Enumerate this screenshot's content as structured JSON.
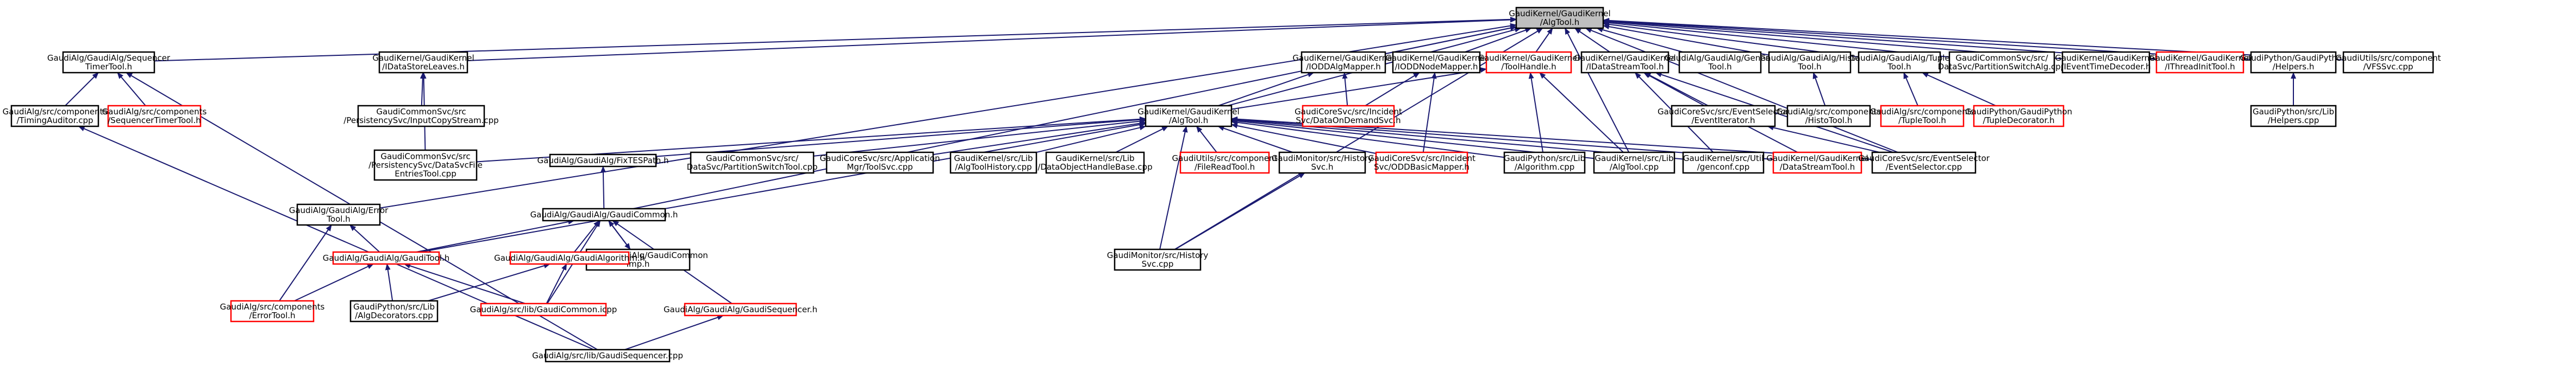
{
  "colors": {
    "focus_fill": "#bfbfbf",
    "focus_border": "#000000",
    "node_fill": "#ffffff",
    "node_border_black": "#000000",
    "node_border_red": "#ff0000",
    "edge": "#191970",
    "text": "#000000"
  },
  "nodes": [
    {
      "id": "root",
      "lines": [
        "GaudiKernel/GaudiKernel",
        "/AlgTool.h"
      ],
      "style": "focus"
    },
    {
      "id": "seqtimer",
      "lines": [
        "GaudiAlg/GaudiAlg/Sequencer",
        "TimerTool.h"
      ],
      "style": "black"
    },
    {
      "id": "datastoreleaves",
      "lines": [
        "GaudiKernel/GaudiKernel",
        "/IDataStoreLeaves.h"
      ],
      "style": "black"
    },
    {
      "id": "iodbcalgmapper",
      "lines": [
        "GaudiKernel/GaudiKernel",
        "/IODDAlgMapper.h"
      ],
      "style": "black"
    },
    {
      "id": "iodbcnodemapper",
      "lines": [
        "GaudiKernel/GaudiKernel",
        "/IODDNodeMapper.h"
      ],
      "style": "black"
    },
    {
      "id": "toolhandle",
      "lines": [
        "GaudiKernel/GaudiKernel",
        "/ToolHandle.h"
      ],
      "style": "red"
    },
    {
      "id": "idatastreamtool",
      "lines": [
        "GaudiKernel/GaudiKernel",
        "/IDataStreamTool.h"
      ],
      "style": "black"
    },
    {
      "id": "genericalg",
      "lines": [
        "GaudiAlg/GaudiAlg/Generic",
        "Tool.h"
      ],
      "style": "black"
    },
    {
      "id": "histotool",
      "lines": [
        "GaudiAlg/GaudiAlg/Histo",
        "Tool.h"
      ],
      "style": "black"
    },
    {
      "id": "tupletool",
      "lines": [
        "GaudiAlg/GaudiAlg/Tuple",
        "Tool.h"
      ],
      "style": "black"
    },
    {
      "id": "partswitch",
      "lines": [
        "GaudiCommonSvc/src/",
        "DataSvc/PartitionSwitchAlg.cpp"
      ],
      "style": "black"
    },
    {
      "id": "ieventtimedecoder",
      "lines": [
        "GaudiKernel/GaudiKernel",
        "/IEventTimeDecoder.h"
      ],
      "style": "black"
    },
    {
      "id": "ithreadinittool",
      "lines": [
        "GaudiKernel/GaudiKernel",
        "/IThreadInitTool.h"
      ],
      "style": "red"
    },
    {
      "id": "gpyhelpers",
      "lines": [
        "GaudiPython/GaudiPython",
        "/Helpers.h"
      ],
      "style": "black"
    },
    {
      "id": "vfssvc",
      "lines": [
        "GaudiUtils/src/component",
        "/VFSSvc.cpp"
      ],
      "style": "black"
    },
    {
      "id": "timingauditor",
      "lines": [
        "GaudiAlg/src/components",
        "/TimingAuditor.cpp"
      ],
      "style": "black"
    },
    {
      "id": "seqtimertool",
      "lines": [
        "GaudiAlg/src/components",
        "/SequencerTimerTool.h"
      ],
      "style": "red"
    },
    {
      "id": "copystream",
      "lines": [
        "GaudiCommonSvc/src",
        "/PersistencySvc/InputCopyStream.cpp"
      ],
      "style": "black"
    },
    {
      "id": "dataondemand",
      "lines": [
        "GaudiCoreSvc/src/Incident",
        "Svc/DataOnDemandSvc.h"
      ],
      "style": "red"
    },
    {
      "id": "algtoolh",
      "lines": [
        "GaudiKernel/GaudiKernel",
        "/AlgTool.h"
      ],
      "style": "black"
    },
    {
      "id": "eventselector_h",
      "lines": [
        "GaudiCoreSvc/src/EventSelector",
        "/EventIterator.h"
      ],
      "style": "black"
    },
    {
      "id": "histotoolh",
      "lines": [
        "GaudiAlg/src/components",
        "/HistoTool.h"
      ],
      "style": "black"
    },
    {
      "id": "tupletoolh",
      "lines": [
        "GaudiAlg/src/components",
        "/TupleTool.h"
      ],
      "style": "red"
    },
    {
      "id": "tupledecorator",
      "lines": [
        "GaudiPython/GaudiPython",
        "/TupleDecorator.h"
      ],
      "style": "red"
    },
    {
      "id": "pyhelpers",
      "lines": [
        "GaudiPython/src/Lib",
        "/Helpers.cpp"
      ],
      "style": "black"
    },
    {
      "id": "datasvcfile",
      "lines": [
        "GaudiCommonSvc/src",
        "/PersistencySvc/DataSvcFile",
        "EntriesTool.cpp"
      ],
      "style": "black"
    },
    {
      "id": "fixtespath",
      "lines": [
        "GaudiAlg/GaudiAlg/FixTESPath.h"
      ],
      "style": "black"
    },
    {
      "id": "partswitchtool",
      "lines": [
        "GaudiCommonSvc/src/",
        "DataSvc/PartitionSwitchTool.cpp"
      ],
      "style": "black"
    },
    {
      "id": "appmgrtoolsvc",
      "lines": [
        "GaudiCoreSvc/src/Application",
        "Mgr/ToolSvc.cpp"
      ],
      "style": "black"
    },
    {
      "id": "algtoolhistory",
      "lines": [
        "GaudiKernel/src/Lib",
        "/AlgToolHistory.cpp"
      ],
      "style": "black"
    },
    {
      "id": "dataobjecthandle",
      "lines": [
        "GaudiKernel/src/Lib",
        "/DataObjectHandleBase.cpp"
      ],
      "style": "black"
    },
    {
      "id": "fileheadtool",
      "lines": [
        "GaudiUtils/src/component",
        "/FileReadTool.h"
      ],
      "style": "red"
    },
    {
      "id": "historysvc_h",
      "lines": [
        "GaudiMonitor/src/History",
        "Svc.h"
      ],
      "style": "black"
    },
    {
      "id": "odbasicmapper",
      "lines": [
        "GaudiCoreSvc/src/Incident",
        "Svc/ODDBasicMapper.h"
      ],
      "style": "red"
    },
    {
      "id": "pyalgorithm",
      "lines": [
        "GaudiPython/src/Lib",
        "/Algorithm.cpp"
      ],
      "style": "black"
    },
    {
      "id": "kerneltool",
      "lines": [
        "GaudiKernel/src/Lib",
        "/AlgTool.cpp"
      ],
      "style": "black"
    },
    {
      "id": "genconf",
      "lines": [
        "GaudiKernel/src/Util",
        "/genconf.cpp"
      ],
      "style": "black"
    },
    {
      "id": "datastreamtool",
      "lines": [
        "GaudiKernel/GaudiKernel",
        "/DataStreamTool.h"
      ],
      "style": "red"
    },
    {
      "id": "eventselector_cpp",
      "lines": [
        "GaudiCoreSvc/src/EventSelector",
        "/EventSelector.cpp"
      ],
      "style": "black"
    },
    {
      "id": "errortool_h",
      "lines": [
        "GaudiAlg/GaudiAlg/Error",
        "Tool.h"
      ],
      "style": "black"
    },
    {
      "id": "gaudicommon",
      "lines": [
        "GaudiAlg/GaudiAlg/GaudiCommon.h"
      ],
      "style": "black"
    },
    {
      "id": "gaudicommonimp",
      "lines": [
        "GaudiAlg/GaudiAlg/GaudiCommon",
        "Imp.h"
      ],
      "style": "black"
    },
    {
      "id": "historysvc_cpp",
      "lines": [
        "GaudiMonitor/src/History",
        "Svc.cpp"
      ],
      "style": "black"
    },
    {
      "id": "gaudialgtool",
      "lines": [
        "GaudiAlg/GaudiAlg/GaudiTool.h"
      ],
      "style": "red"
    },
    {
      "id": "gaudialgorithm",
      "lines": [
        "GaudiAlg/GaudiAlg/GaudiAlgorithm.h"
      ],
      "style": "red"
    },
    {
      "id": "gaudisequencer_h",
      "lines": [
        "GaudiAlg/GaudiAlg/GaudiSequencer.h"
      ],
      "style": "red"
    },
    {
      "id": "errortool",
      "lines": [
        "GaudiAlg/src/components",
        "/ErrorTool.h"
      ],
      "style": "red"
    },
    {
      "id": "algdecorators",
      "lines": [
        "GaudiPython/src/Lib",
        "/AlgDecorators.cpp"
      ],
      "style": "black"
    },
    {
      "id": "gaudicommon_cpp",
      "lines": [
        "GaudiAlg/src/lib/GaudiCommon.icpp"
      ],
      "style": "red"
    },
    {
      "id": "gaudisequencer_cpp",
      "lines": [
        "GaudiAlg/src/lib/GaudiSequencer.cpp"
      ],
      "style": "black"
    }
  ]
}
